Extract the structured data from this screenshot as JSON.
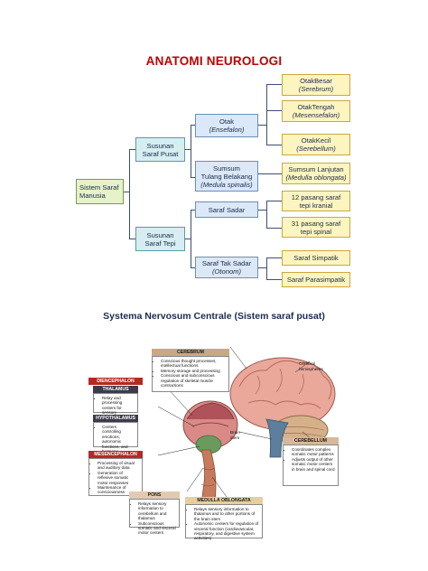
{
  "title": "ANATOMI NEUROLOGI",
  "tree": {
    "root": [
      "Sistem Saraf",
      "Manusia"
    ],
    "pusat": [
      "Susunan",
      "Saraf Pusat"
    ],
    "tepi": [
      "Susunan",
      "Saraf Tepi"
    ],
    "otak": [
      "Otak",
      "(Ensefalon)"
    ],
    "sumsum": [
      "Sumsum",
      "Tulang Belakang",
      "(Medula spinalis)"
    ],
    "otak_besar": [
      "OtakBesar",
      "(Serebrum)"
    ],
    "otak_tengah": [
      "OtakTengah",
      "(Mesensefalon)"
    ],
    "otak_kecil": [
      "OtakKecil",
      "(Serebellum)"
    ],
    "sumsum_lanjutan": [
      "Sumsum Lanjutan",
      "(Medulla oblongata)"
    ],
    "saraf_sadar": "Saraf Sadar",
    "kranial": [
      "12 pasang saraf",
      "tepi kranial"
    ],
    "spinal": [
      "31 pasang saraf",
      "tepi spinal"
    ],
    "tak_sadar": [
      "Saraf Tak Sadar",
      "(Otonom)"
    ],
    "simpatik": "Saraf Simpatik",
    "parasimpatik": "Saraf Parasimpatik"
  },
  "subtitle": "Systema Nervosum Centrale (Sistem saraf pusat)",
  "figure": {
    "cerebrum": {
      "header": "CEREBRUM",
      "items": [
        "Conscious thought processes, intellectual functions",
        "Memory storage and processing",
        "Conscious and subconscious regulation of skeletal muscle contractions"
      ]
    },
    "diencephalon": {
      "header": "DIENCEPHALON"
    },
    "thalamus": {
      "header": "THALAMUS",
      "items": [
        "Relay and processing centers for sensory information"
      ]
    },
    "hypothalamus": {
      "header": "HYPOTHALAMUS",
      "items": [
        "Centers controlling emotions, autonomic functions, and hormone production"
      ]
    },
    "mesencephalon": {
      "header": "MESENCEPHALON",
      "items": [
        "Processing of visual and auditory data",
        "Generation of reflexive somatic motor responses",
        "Maintenance of consciousness"
      ]
    },
    "pons": {
      "header": "PONS",
      "items": [
        "Relays sensory information to cerebellum and thalamus",
        "Subconscious somatic and visceral motor centers"
      ]
    },
    "medulla": {
      "header": "MEDULLA OBLONGATA",
      "items": [
        "Relays sensory information to thalamus and to other portions of the brain stem",
        "Autonomic centers for regulation of visceral function (cardiovascular, respiratory, and digestive system activities)"
      ]
    },
    "cerebellum": {
      "header": "CEREBELLUM",
      "items": [
        "Coordinates complex somatic motor patterns",
        "Adjusts output of other somatic motor centers in brain and spinal cord"
      ]
    },
    "labels": {
      "hemispheres": [
        "Cerebral",
        "hemispheres"
      ],
      "brainstem": [
        "Brain",
        "stem"
      ]
    }
  },
  "colors": {
    "title": "#c00000",
    "header_red": "#b42a22",
    "header_dark": "#3d3a4a"
  }
}
